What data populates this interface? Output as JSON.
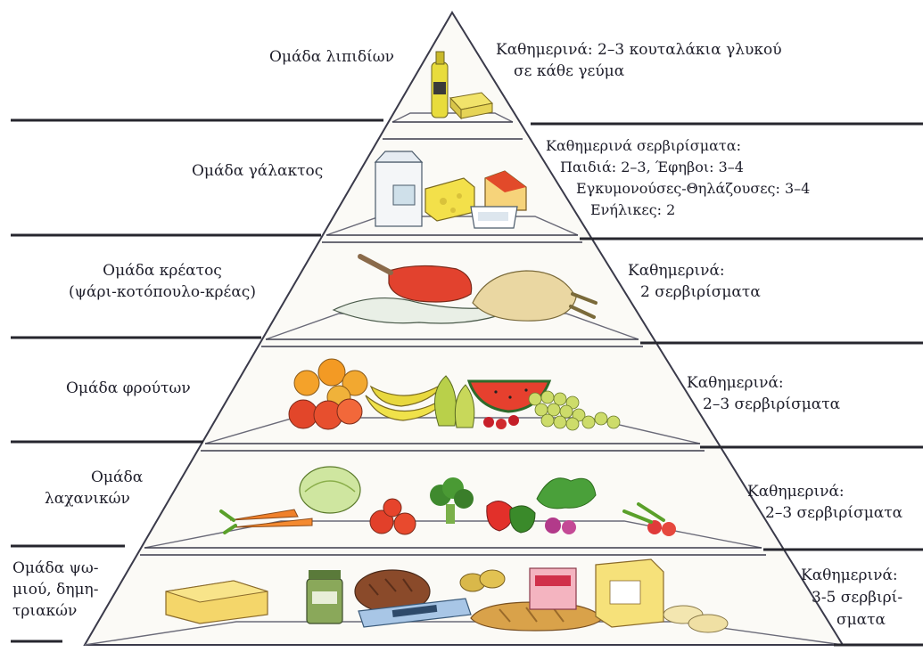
{
  "pyramid": {
    "levels": [
      {
        "id": "fats",
        "group_label": "Ομάδα λιπιδίων",
        "recommendation_lines": [
          "Καθημερινά: 2–3 κουταλάκια γλυκού",
          "σε κάθε γεύμα"
        ]
      },
      {
        "id": "dairy",
        "group_label": "Ομάδα γάλακτος",
        "recommendation_lines": [
          "Καθημερινά σερβιρίσματα:",
          "Παιδιά: 2–3, Έφηβοι: 3–4",
          "Εγκυμονούσες-Θηλάζουσες: 3–4",
          "Ενήλικες: 2"
        ]
      },
      {
        "id": "meat",
        "group_label_lines": [
          "Ομάδα κρέατος",
          "(ψάρι-κοτόπουλο-κρέας)"
        ],
        "recommendation_lines": [
          "Καθημερινά:",
          "2 σερβιρίσματα"
        ]
      },
      {
        "id": "fruits",
        "group_label": "Ομάδα φρούτων",
        "recommendation_lines": [
          "Καθημερινά:",
          "2–3 σερβιρίσματα"
        ]
      },
      {
        "id": "vegetables",
        "group_label_lines": [
          "Ομάδα",
          "λαχανικών"
        ],
        "recommendation_lines": [
          "Καθημερινά:",
          "2–3 σερβιρίσματα"
        ]
      },
      {
        "id": "grains",
        "group_label_lines": [
          "Ομάδα ψω-",
          "μιού, δημη-",
          "τριακών"
        ],
        "recommendation_lines": [
          "Καθημερινά:",
          "3-5 σερβιρί-",
          "σματα"
        ]
      }
    ],
    "colors": {
      "outline": "#3a3a4a",
      "divider": "#26262e",
      "text": "#1e1e2a"
    }
  }
}
